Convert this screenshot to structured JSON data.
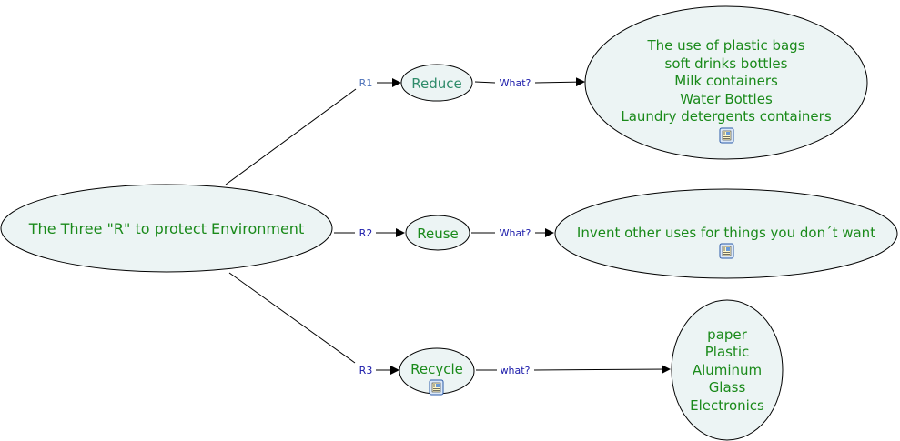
{
  "colors": {
    "node_fill": "#ecf4f4",
    "node_stroke": "#000000",
    "node_text": "#1a8a1a",
    "node_text_alt": "#2e8b6a",
    "link_text": "#1a1aaa",
    "link_text_alt": "#4a6fb8",
    "line": "#000000"
  },
  "nodes": {
    "root": {
      "label": "The Three \"R\" to protect Environment"
    },
    "reduce": {
      "label": "Reduce"
    },
    "reuse": {
      "label": "Reuse"
    },
    "recycle": {
      "label": "Recycle",
      "has_resource_icon": true
    },
    "reduce_items": {
      "lines": [
        "The use of plastic bags",
        "soft drinks bottles",
        "Milk containers",
        "Water Bottles",
        "Laundry detergents containers"
      ],
      "has_resource_icon": true
    },
    "reuse_items": {
      "lines": [
        "Invent other uses for things you don´t want"
      ],
      "has_resource_icon": true
    },
    "recycle_items": {
      "lines": [
        "paper",
        "Plastic",
        "Aluminum",
        "Glass",
        "Electronics"
      ]
    }
  },
  "links": {
    "r1": "R1",
    "r2": "R2",
    "r3": "R3",
    "reduce_what": "What?",
    "reuse_what": "What?",
    "recycle_what": "what?"
  },
  "icons": {
    "resource": "resource-attachment-icon"
  }
}
